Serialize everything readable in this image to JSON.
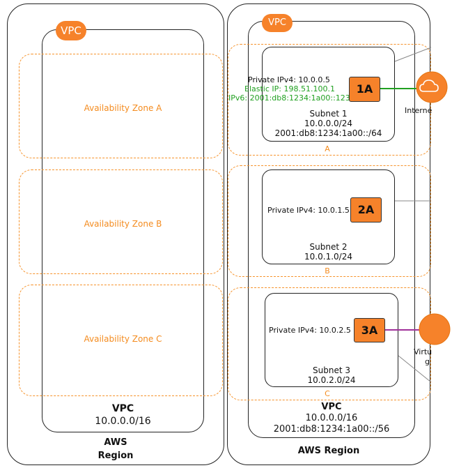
{
  "left": {
    "vpc_badge": "VPC",
    "az_a": "Availability Zone A",
    "az_b": "Availability Zone B",
    "az_c": "Availability Zone C",
    "vpc_label": "VPC",
    "vpc_cidr": "10.0.0.0/16",
    "region_line1": "AWS",
    "region_line2": "Region"
  },
  "right": {
    "vpc_badge": "VPC",
    "subnet1": {
      "instance": "1A",
      "private_ipv4": "Private IPv4: 10.0.0.5",
      "elastic_ip": "Elastic IP: 198.51.100.1",
      "ipv6": "IPv6: 2001:db8:1234:1a00::123",
      "name": "Subnet 1",
      "cidr4": "10.0.0.0/24",
      "cidr6": "2001:db8:1234:1a00::/64"
    },
    "subnet2": {
      "instance": "2A",
      "private_ipv4": "Private IPv4: 10.0.1.5",
      "name": "Subnet 2",
      "cidr4": "10.0.1.0/24"
    },
    "subnet3": {
      "instance": "3A",
      "private_ipv4": "Private IPv4: 10.0.2.5",
      "name": "Subnet 3",
      "cidr4": "10.0.2.0/24"
    },
    "az_a": "A",
    "az_b": "B",
    "az_c": "C",
    "vpc_label": "VPC",
    "vpc_cidr4": "10.0.0.0/16",
    "vpc_cidr6": "2001:db8:1234:1a00::/56",
    "region": "AWS Region",
    "internet_label": "Interne",
    "vgw_label_1": "Virtu",
    "vgw_label_2": "g"
  },
  "colors": {
    "orange": "#f6822a",
    "az_dashed": "#f6922a",
    "green_link": "#21a021",
    "purple_link": "#a0309a"
  }
}
